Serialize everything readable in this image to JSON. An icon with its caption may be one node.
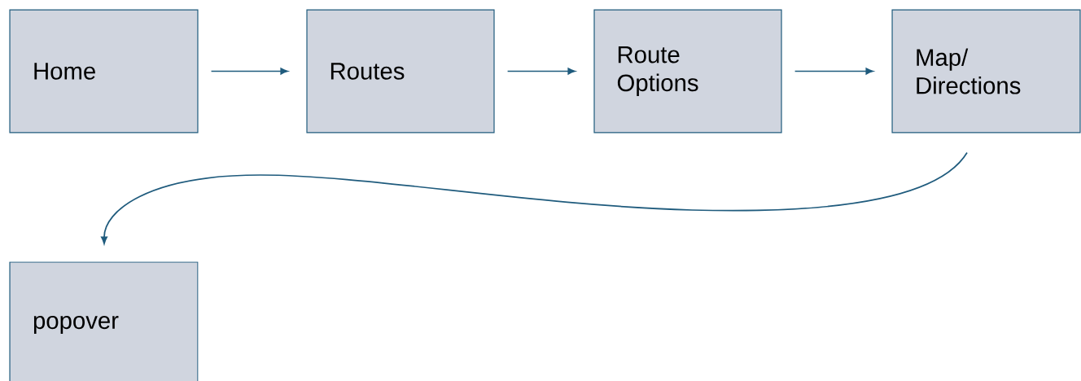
{
  "diagram": {
    "nodes": [
      {
        "text": [
          "Home"
        ]
      },
      {
        "text": [
          "Routes"
        ]
      },
      {
        "text": [
          "Route Options"
        ]
      },
      {
        "text": [
          "Map/ Directions"
        ]
      },
      {
        "text": [
          "popover"
        ]
      }
    ],
    "edges": [
      {
        "from": 0,
        "to": 1,
        "arrow": "to"
      },
      {
        "from": 1,
        "to": 2,
        "arrow": "to"
      },
      {
        "from": 2,
        "to": 3,
        "arrow": "to"
      },
      {
        "from": 3,
        "to": 4,
        "arrow": "to"
      }
    ]
  }
}
